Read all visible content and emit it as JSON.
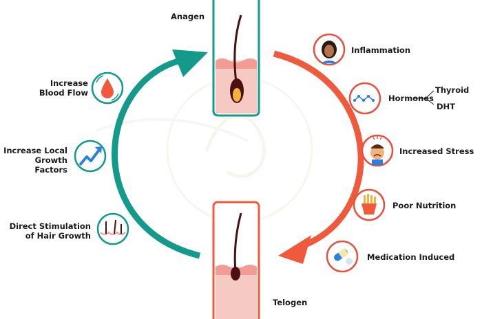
{
  "stages": {
    "anagen": "Anagen",
    "telogen": "Telogen"
  },
  "left_items": [
    {
      "id": "blood-flow",
      "line1": "Increase",
      "line2": "Blood Flow",
      "icon": "blood-drop-icon"
    },
    {
      "id": "growth-factors",
      "line1": "Increase Local",
      "line2": "Growth Factors",
      "icon": "trend-up-icon"
    },
    {
      "id": "direct-stimulation",
      "line1": "Direct Stimulation",
      "line2": "of Hair Growth",
      "icon": "hair-follicle-icon"
    }
  ],
  "right_items": [
    {
      "id": "inflammation",
      "label": "Inflammation",
      "icon": "woman-face-icon"
    },
    {
      "id": "hormones",
      "label": "Hormones",
      "icon": "molecule-icon",
      "sub": [
        "Thyroid",
        "DHT"
      ]
    },
    {
      "id": "stress",
      "label": "Increased Stress",
      "icon": "stressed-face-icon"
    },
    {
      "id": "nutrition",
      "label": "Poor Nutrition",
      "icon": "fries-icon"
    },
    {
      "id": "medication",
      "label": "Medication Induced",
      "icon": "pills-icon"
    }
  ],
  "colors": {
    "teal": "#149a8a",
    "coral": "#f05a3c",
    "skin": "#f6c9c3",
    "skin_dark": "#f29c93",
    "hair": "#4a1012",
    "bulb": "#f4b13c",
    "icon_ring": "#e5513f"
  }
}
